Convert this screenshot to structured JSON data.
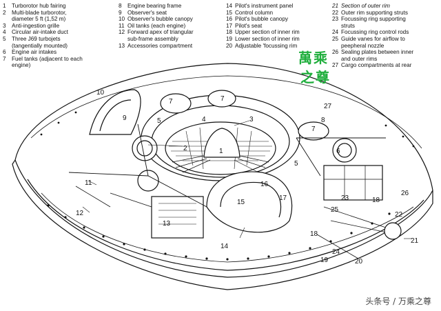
{
  "legend": [
    {
      "num": "1",
      "text": "Turborotor hub fairing"
    },
    {
      "num": "2",
      "text": "Multi-blade turborotor,\ndiameter 5 ft (1,52 m)"
    },
    {
      "num": "3",
      "text": "Anti-ingestion grille"
    },
    {
      "num": "4",
      "text": "Circular air-intake duct"
    },
    {
      "num": "5",
      "text": "Three J69 turbojets\n(tangentially mounted)"
    },
    {
      "num": "6",
      "text": "Engine air intakes"
    },
    {
      "num": "7",
      "text": "Fuel tanks (adjacent to each\nengine)"
    },
    {
      "num": "8",
      "text": "Engine bearing frame"
    },
    {
      "num": "9",
      "text": "Observer's seat"
    },
    {
      "num": "10",
      "text": "Observer's bubble canopy"
    },
    {
      "num": "11",
      "text": "Oil tanks (each engine)"
    },
    {
      "num": "12",
      "text": "Forward apex of triangular\nsub-frame assembly"
    },
    {
      "num": "13",
      "text": "Accessories compartment"
    },
    {
      "num": "14",
      "text": "Pilot's instrument panel"
    },
    {
      "num": "15",
      "text": "Control column"
    },
    {
      "num": "16",
      "text": "Pilot's bubble canopy"
    },
    {
      "num": "17",
      "text": "Pilot's seat"
    },
    {
      "num": "18",
      "text": "Upper section of inner rim"
    },
    {
      "num": "19",
      "text": "Lower section of inner rim"
    },
    {
      "num": "20",
      "text": "Adjustable 'focussing rim"
    },
    {
      "num": "21",
      "text": "Section of outer rim",
      "italic": true
    },
    {
      "num": "22",
      "text": "Outer rim supporting struts"
    },
    {
      "num": "23",
      "text": "Focussing ring supporting\nstruts"
    },
    {
      "num": "24",
      "text": "Focussing ring control rods"
    },
    {
      "num": "25",
      "text": "Guide vanes for airflow to\npeepheral nozzle"
    },
    {
      "num": "26",
      "text": "Sealing plates between inner\nand outer rims"
    },
    {
      "num": "27",
      "text": "Cargo compartments at rear"
    }
  ],
  "callouts": [
    "1",
    "2",
    "3",
    "4",
    "5",
    "5",
    "6",
    "7",
    "7",
    "7",
    "8",
    "9",
    "10",
    "11",
    "12",
    "13",
    "14",
    "15",
    "16",
    "17",
    "18",
    "18",
    "19",
    "20",
    "21",
    "22",
    "23",
    "24",
    "25",
    "26",
    "27"
  ],
  "watermark": {
    "chinese_line1": "萬乘",
    "chinese_line2": "之尊",
    "footer": "头条号 / 万乘之尊",
    "green": "#1fae3c"
  }
}
